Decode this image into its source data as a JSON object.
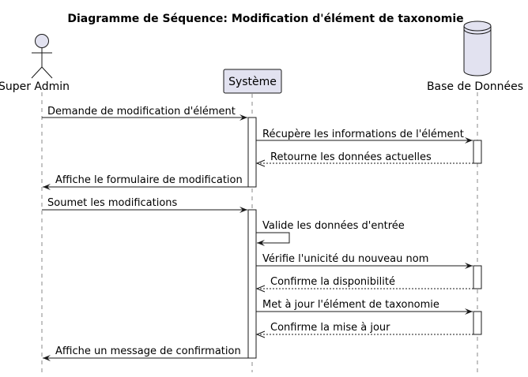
{
  "title": "Diagramme de Séquence: Modification d'élément de taxonomie",
  "participants": {
    "admin": "Super Admin",
    "system": "Système",
    "db": "Base de Données"
  },
  "messages": [
    "Demande de modification d'élément",
    "Récupère les informations de l'élément",
    "Retourne les données actuelles",
    "Affiche le formulaire de modification",
    "Soumet les modifications",
    "Valide les données d'entrée",
    "Vérifie l'unicité du nouveau nom",
    "Confirme la disponibilité",
    "Met à jour l'élément de taxonomie",
    "Confirme la mise à jour",
    "Affiche un message de confirmation"
  ],
  "colors": {
    "participant_fill": "#e2e2f0",
    "stroke": "#181818",
    "lifeline": "#888888"
  }
}
